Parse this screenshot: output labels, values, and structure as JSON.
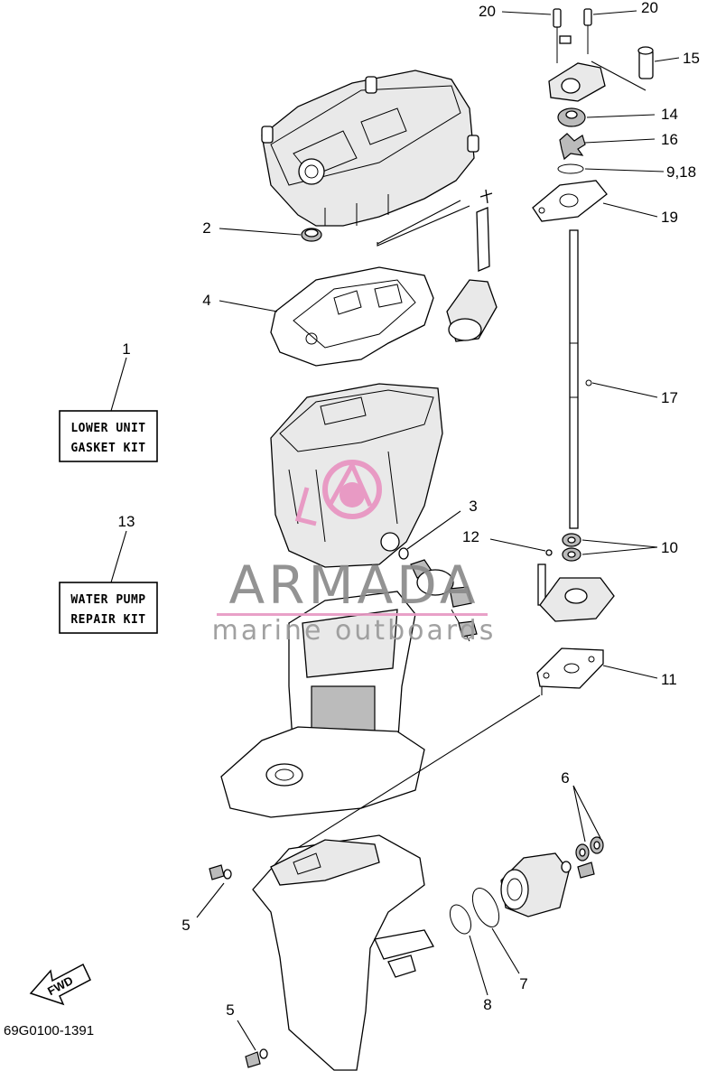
{
  "diagram": {
    "code": "69G0100-1391",
    "fwd_label": "FWD",
    "kits": {
      "gasket": {
        "number": "1",
        "line1": "LOWER UNIT",
        "line2": "GASKET KIT"
      },
      "pump": {
        "number": "13",
        "line1": "WATER PUMP",
        "line2": "REPAIR KIT"
      }
    },
    "callouts": {
      "c2": "2",
      "c3": "3",
      "c4": "4",
      "c5a": "5",
      "c5b": "5",
      "c6": "6",
      "c7": "7",
      "c8": "8",
      "c9_18": "9,18",
      "c10": "10",
      "c11": "11",
      "c12": "12",
      "c14": "14",
      "c15": "15",
      "c16": "16",
      "c17": "17",
      "c19": "19",
      "c20a": "20",
      "c20b": "20"
    }
  },
  "watermark": {
    "title": "ARMADA",
    "subtitle": "marine outboards",
    "accent_color": "#e89ac4",
    "text_color": "#8a8a8a"
  }
}
